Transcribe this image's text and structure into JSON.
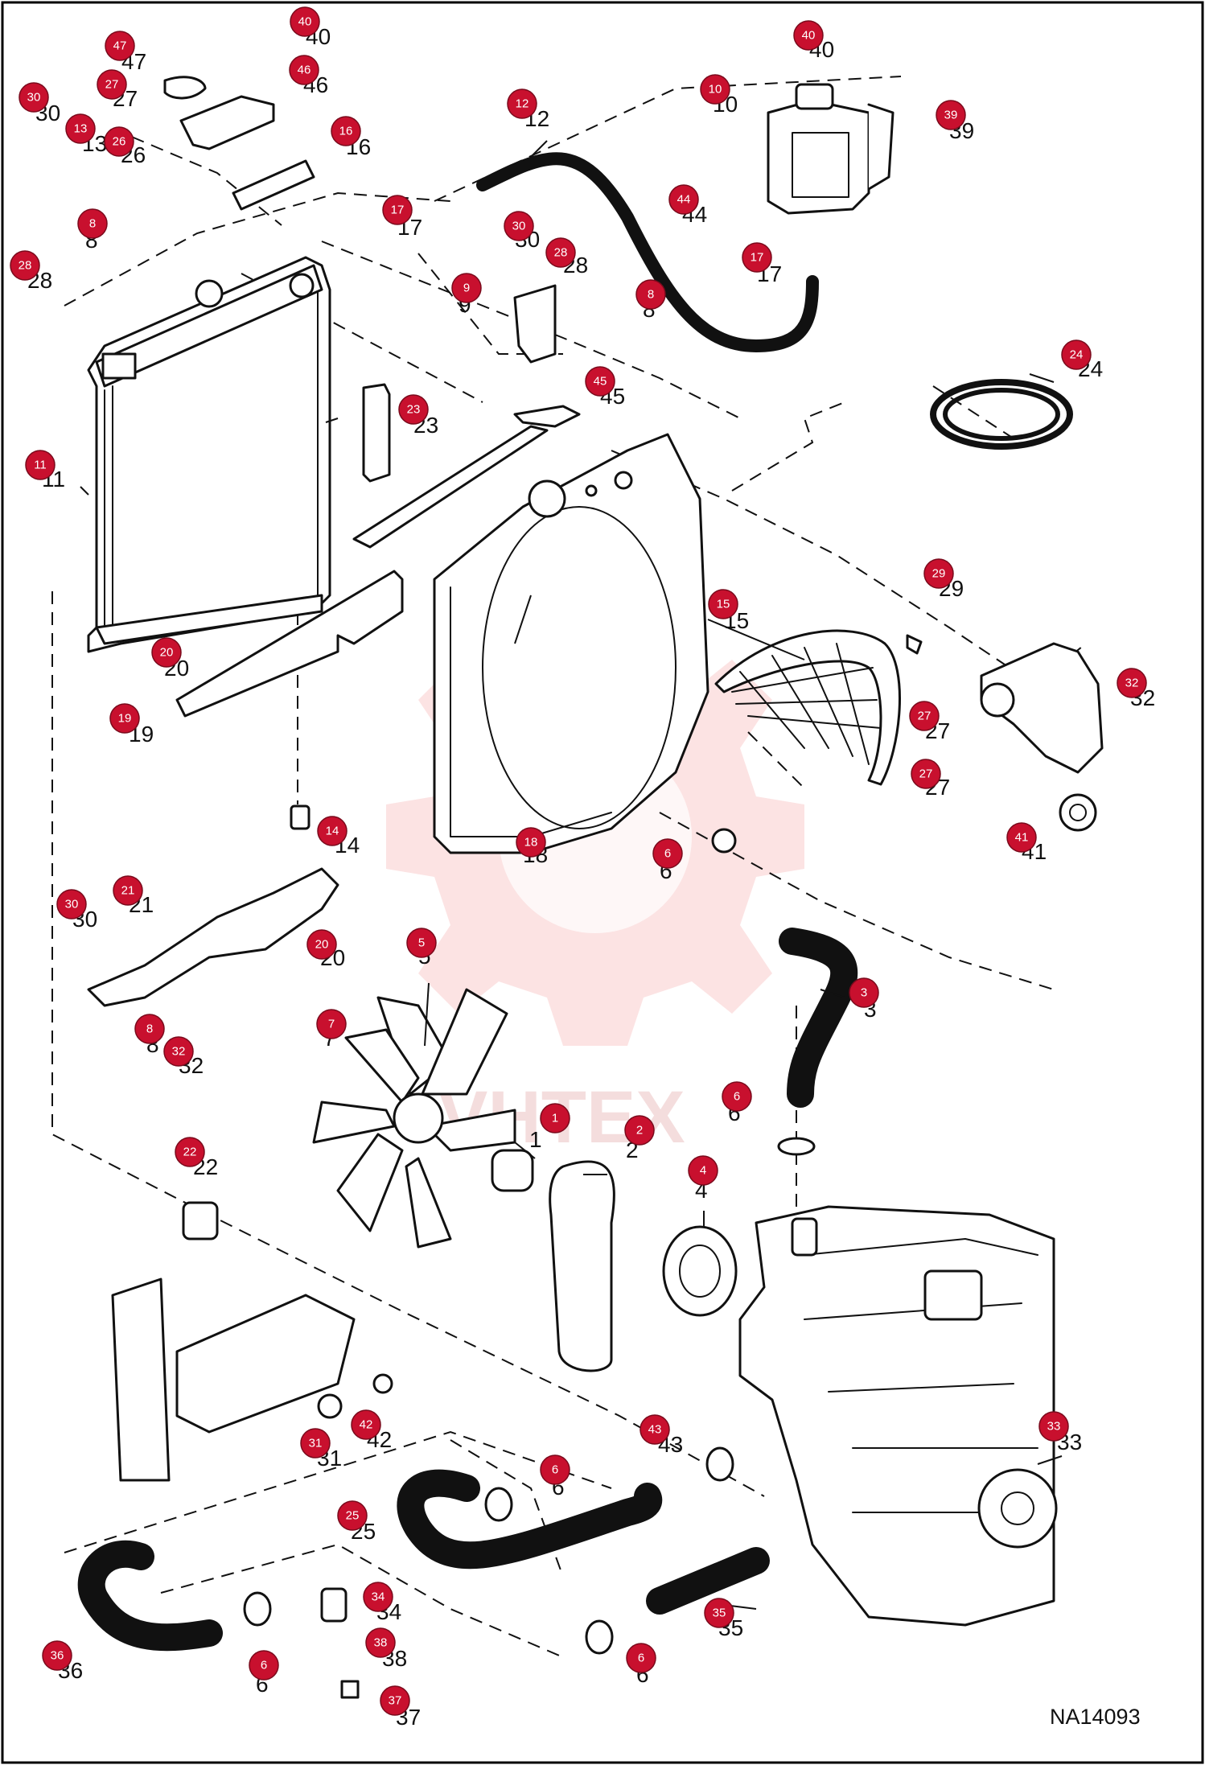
{
  "drawing_code": "NA14093",
  "watermark_text": "VHTEX",
  "colors": {
    "badge": "#c8102e",
    "line": "#111111",
    "watermark": "#f08080"
  },
  "callouts": [
    {
      "id": "c1",
      "n": "1"
    },
    {
      "id": "c2",
      "n": "2"
    },
    {
      "id": "c3",
      "n": "3"
    },
    {
      "id": "c4",
      "n": "4"
    },
    {
      "id": "c5",
      "n": "5"
    },
    {
      "id": "c6a",
      "n": "6"
    },
    {
      "id": "c6b",
      "n": "6"
    },
    {
      "id": "c6c",
      "n": "6"
    },
    {
      "id": "c6d",
      "n": "6"
    },
    {
      "id": "c6e",
      "n": "6"
    },
    {
      "id": "c7",
      "n": "7"
    },
    {
      "id": "c8a",
      "n": "8"
    },
    {
      "id": "c8b",
      "n": "8"
    },
    {
      "id": "c8c",
      "n": "8"
    },
    {
      "id": "c9",
      "n": "9"
    },
    {
      "id": "c10",
      "n": "10"
    },
    {
      "id": "c11",
      "n": "11"
    },
    {
      "id": "c12",
      "n": "12"
    },
    {
      "id": "c13",
      "n": "13"
    },
    {
      "id": "c14",
      "n": "14"
    },
    {
      "id": "c15",
      "n": "15"
    },
    {
      "id": "c16",
      "n": "16"
    },
    {
      "id": "c17a",
      "n": "17"
    },
    {
      "id": "c17b",
      "n": "17"
    },
    {
      "id": "c18",
      "n": "18"
    },
    {
      "id": "c19",
      "n": "19"
    },
    {
      "id": "c20a",
      "n": "20"
    },
    {
      "id": "c20b",
      "n": "20"
    },
    {
      "id": "c21",
      "n": "21"
    },
    {
      "id": "c22",
      "n": "22"
    },
    {
      "id": "c23",
      "n": "23"
    },
    {
      "id": "c24",
      "n": "24"
    },
    {
      "id": "c25",
      "n": "25"
    },
    {
      "id": "c26",
      "n": "26"
    },
    {
      "id": "c27a",
      "n": "27"
    },
    {
      "id": "c27b",
      "n": "27"
    },
    {
      "id": "c27c",
      "n": "27"
    },
    {
      "id": "c28a",
      "n": "28"
    },
    {
      "id": "c28b",
      "n": "28"
    },
    {
      "id": "c29",
      "n": "29"
    },
    {
      "id": "c30a",
      "n": "30"
    },
    {
      "id": "c30b",
      "n": "30"
    },
    {
      "id": "c30c",
      "n": "30"
    },
    {
      "id": "c31",
      "n": "31"
    },
    {
      "id": "c32a",
      "n": "32"
    },
    {
      "id": "c32b",
      "n": "32"
    },
    {
      "id": "c33",
      "n": "33"
    },
    {
      "id": "c34",
      "n": "34"
    },
    {
      "id": "c35",
      "n": "35"
    },
    {
      "id": "c36",
      "n": "36"
    },
    {
      "id": "c37",
      "n": "37"
    },
    {
      "id": "c38",
      "n": "38"
    },
    {
      "id": "c39",
      "n": "39"
    },
    {
      "id": "c40a",
      "n": "40"
    },
    {
      "id": "c40b",
      "n": "40"
    },
    {
      "id": "c41",
      "n": "41"
    },
    {
      "id": "c42",
      "n": "42"
    },
    {
      "id": "c43",
      "n": "43"
    },
    {
      "id": "c44",
      "n": "44"
    },
    {
      "id": "c45",
      "n": "45"
    },
    {
      "id": "c46",
      "n": "46"
    },
    {
      "id": "c47",
      "n": "47"
    }
  ]
}
